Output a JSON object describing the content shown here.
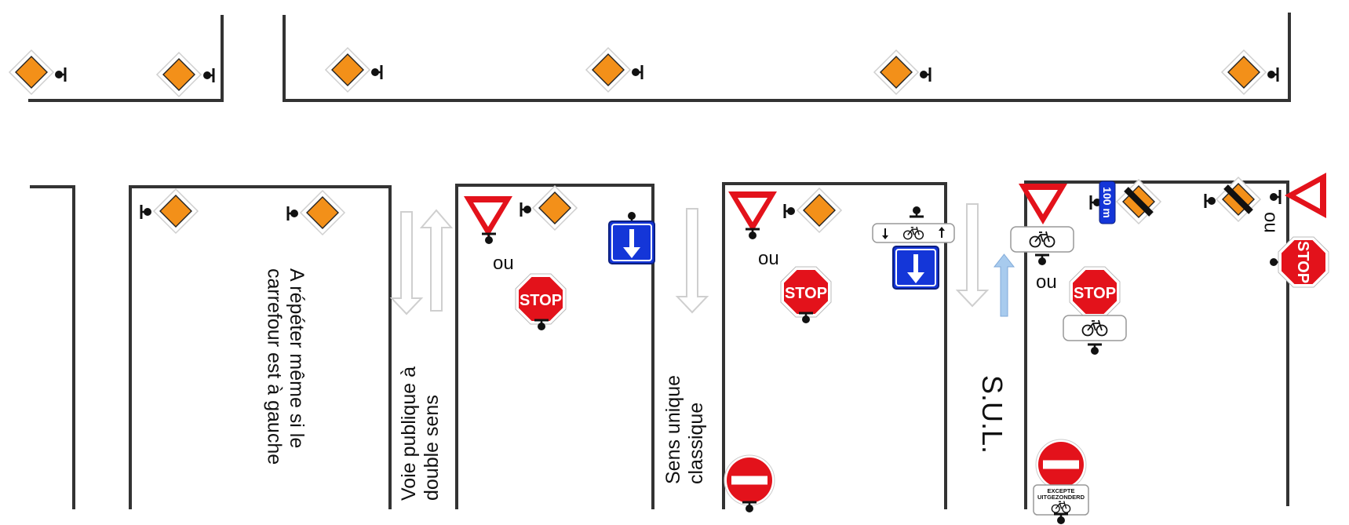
{
  "labels": {
    "repeat_note": "A répéter même si le carrefour est à gauche",
    "two_way": "Voie publique à double sens",
    "one_way": "Sens unique classique",
    "sul": "S.U.L.",
    "ou": "ou"
  },
  "sign_text": {
    "stop": "STOP",
    "distance": "100 m",
    "except_line1": "EXCEPTE",
    "except_line2": "UITGEZONDERD"
  },
  "colors": {
    "priority_diamond": "#f39019",
    "sign_red": "#e3121b",
    "sign_blue": "#1436d8",
    "sul_arrow": "#a8cbee",
    "road_line": "#333333"
  }
}
